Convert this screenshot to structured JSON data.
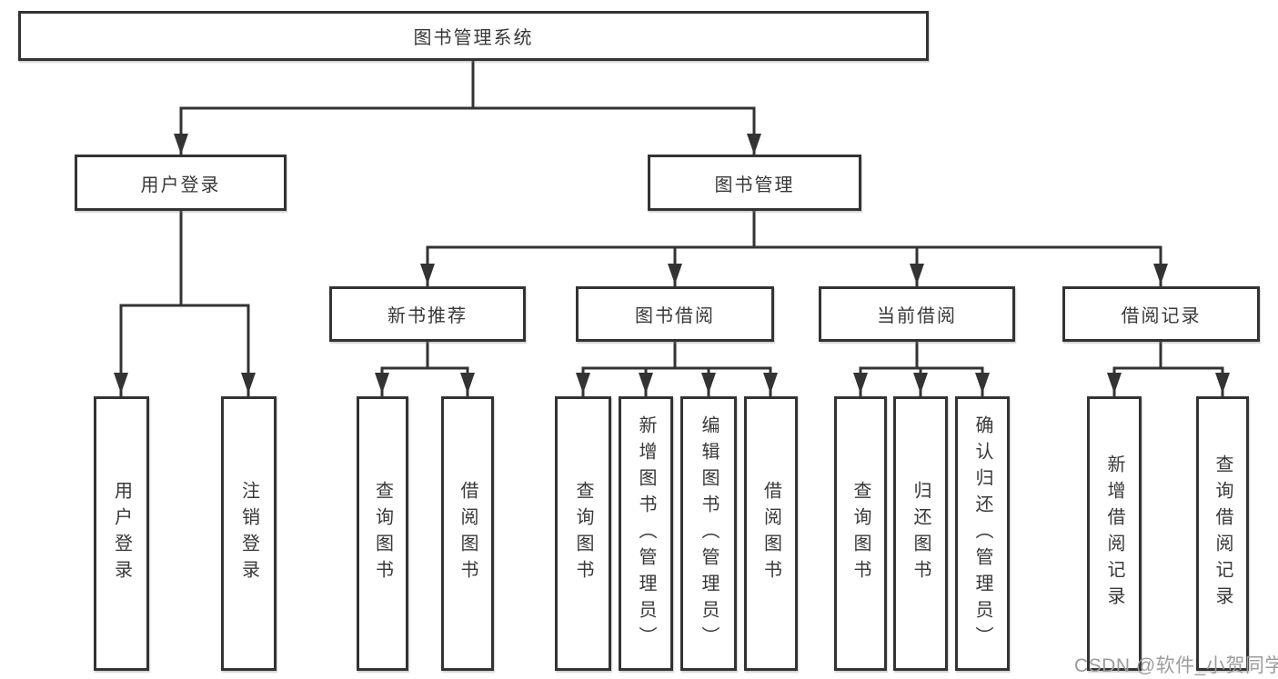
{
  "tree": {
    "root": {
      "label": "图书管理系统"
    },
    "branches": [
      {
        "label": "用户登录",
        "children": [
          {
            "label": "用户登录"
          },
          {
            "label": "注销登录"
          }
        ]
      },
      {
        "label": "图书管理",
        "children": [
          {
            "label": "新书推荐",
            "children": [
              {
                "label": "查询图书"
              },
              {
                "label": "借阅图书"
              }
            ]
          },
          {
            "label": "图书借阅",
            "children": [
              {
                "label": "查询图书"
              },
              {
                "label": "新增图书（管理员）"
              },
              {
                "label": "编辑图书（管理员）"
              },
              {
                "label": "借阅图书"
              }
            ]
          },
          {
            "label": "当前借阅",
            "children": [
              {
                "label": "查询图书"
              },
              {
                "label": "归还图书"
              },
              {
                "label": "确认归还（管理员）"
              }
            ]
          },
          {
            "label": "借阅记录",
            "children": [
              {
                "label": "新增借阅记录"
              },
              {
                "label": "查询借阅记录"
              }
            ]
          }
        ]
      }
    ]
  },
  "watermark": {
    "text": "CSDN @软件_小贺同学"
  },
  "colors": {
    "line": "#333333",
    "box_border": "#333333",
    "text": "#383838",
    "watermark": "#9c9c9c",
    "background": "#ffffff"
  }
}
